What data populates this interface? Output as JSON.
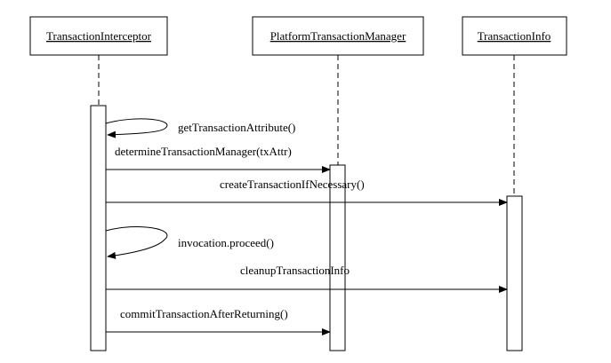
{
  "objects": {
    "interceptor": "TransactionInterceptor",
    "manager": "PlatformTransactionManager",
    "info": "TransactionInfo"
  },
  "messages": {
    "get_attribute": "getTransactionAttribute()",
    "determine_manager": "determineTransactionManager(txAttr)",
    "create_transaction": "createTransactionIfNecessary()",
    "invocation_proceed": "invocation.proceed()",
    "cleanup_info": "cleanupTransactionInfo",
    "commit_after_returning": "commitTransactionAfterReturning()"
  },
  "colors": {
    "line": "#000000",
    "background": "#ffffff"
  }
}
